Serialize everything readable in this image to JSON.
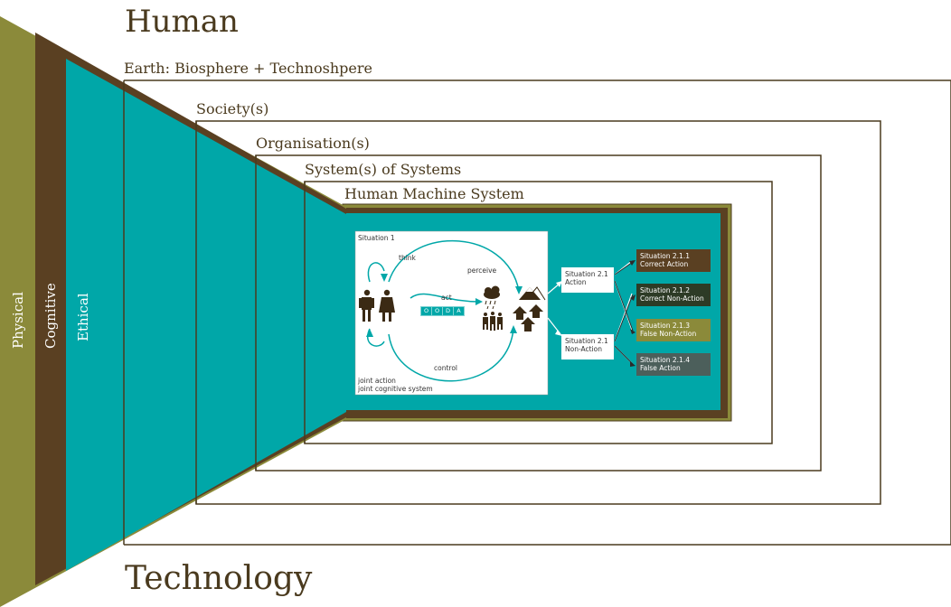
{
  "titles": {
    "top": "Human",
    "bottom": "Technology"
  },
  "layers": [
    "Physical",
    "Cognitive",
    "Ethical"
  ],
  "frames": [
    "Earth: Biosphere + Technoshpere",
    "Society(s)",
    "Organisation(s)",
    "System(s) of Systems",
    "Human Machine System"
  ],
  "situation1": {
    "title": "Situation 1",
    "think": "think",
    "perceive": "perceive",
    "act": "act",
    "control": "control",
    "ooda": [
      "O",
      "O",
      "D",
      "A"
    ],
    "footer_line1": "joint action",
    "footer_line2": "joint cognitive system"
  },
  "situations2": [
    {
      "line1": "Situation 2.1",
      "line2": "Action"
    },
    {
      "line1": "Situation 2.1",
      "line2": "Non-Action"
    }
  ],
  "outcomes": [
    {
      "line1": "Situation 2.1.1",
      "line2": "Correct Action",
      "color": "#5a4022"
    },
    {
      "line1": "Situation 2.1.2",
      "line2": "Correct Non-Action",
      "color": "#2d3b26"
    },
    {
      "line1": "Situation 2.1.3",
      "line2": "False Non-Action",
      "color": "#8b8a3a"
    },
    {
      "line1": "Situation 2.1.4",
      "line2": "False Action",
      "color": "#4c5f5b"
    }
  ],
  "colors": {
    "olive": "#8b8a3a",
    "brown": "#5a4022",
    "teal": "#00a7a8",
    "frame_line": "#4a3a1e"
  }
}
